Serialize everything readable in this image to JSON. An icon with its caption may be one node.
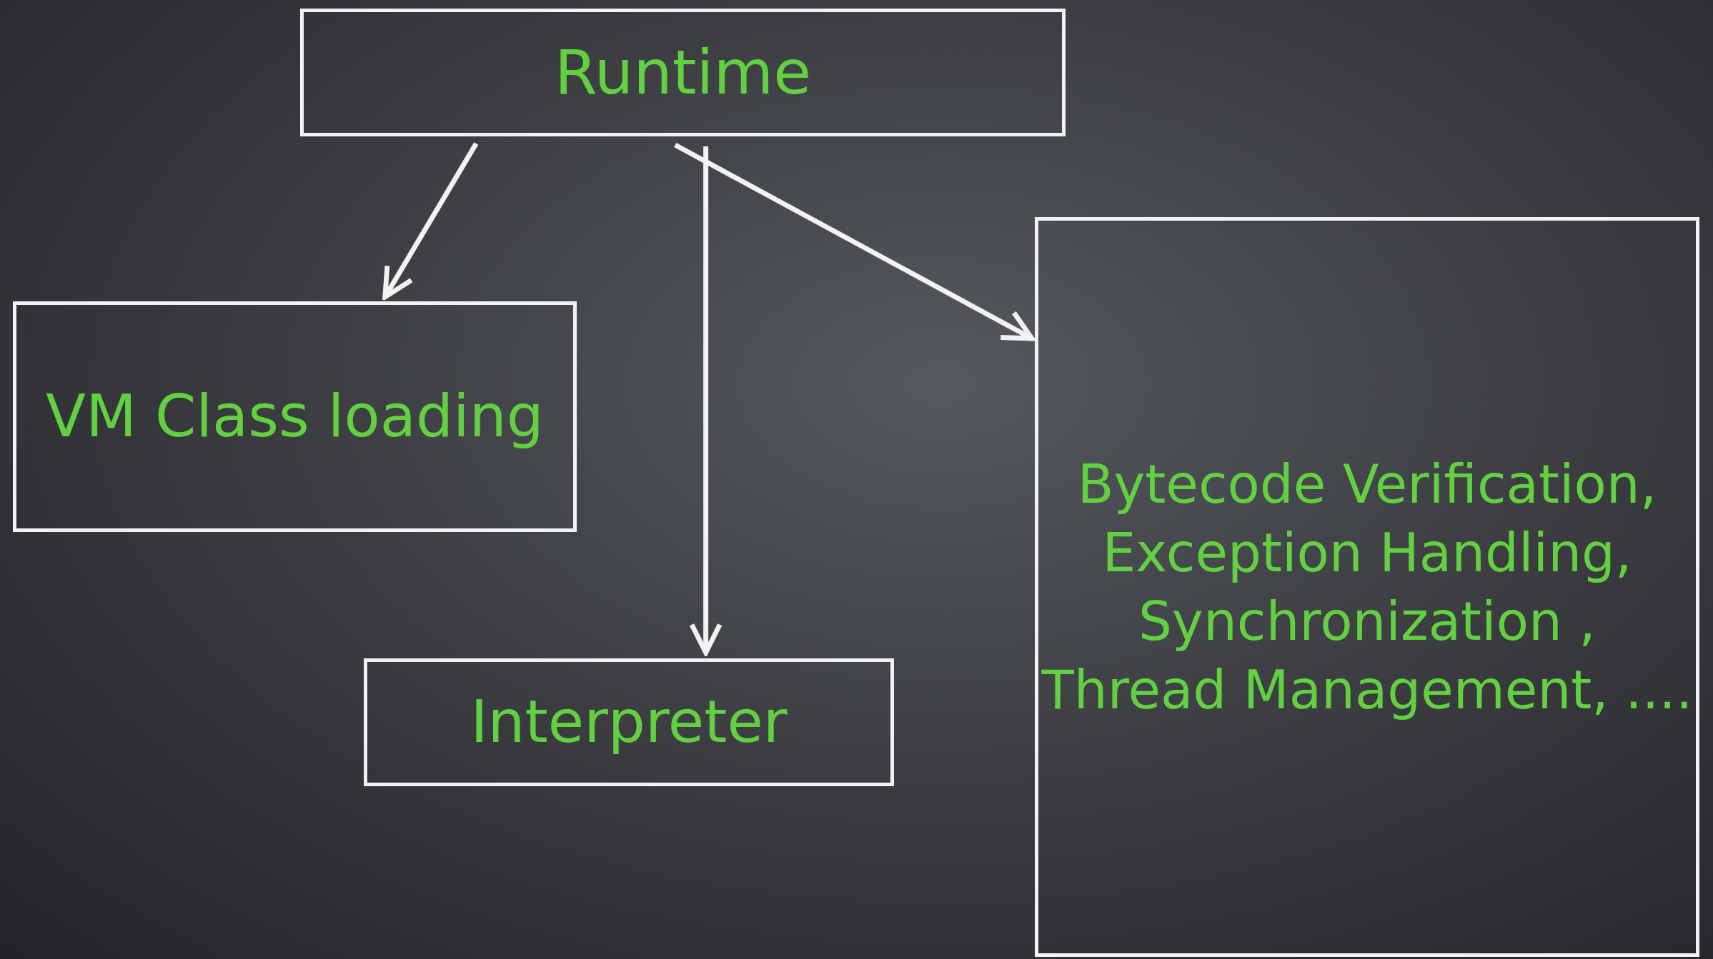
{
  "diagram": {
    "nodes": [
      {
        "text": [
          "Runtime"
        ]
      },
      {
        "text": [
          "VM Class loading"
        ]
      },
      {
        "text": [
          "Interpreter"
        ]
      },
      {
        "text": [
          "Bytecode Verification, Exception Handling, Synchronization , Thread Management, ...."
        ]
      }
    ],
    "edges": [
      {
        "from": 0,
        "to": 1,
        "arrow": "to"
      },
      {
        "from": 0,
        "to": 2,
        "arrow": "to"
      },
      {
        "from": 0,
        "to": 3,
        "arrow": "to"
      }
    ]
  }
}
